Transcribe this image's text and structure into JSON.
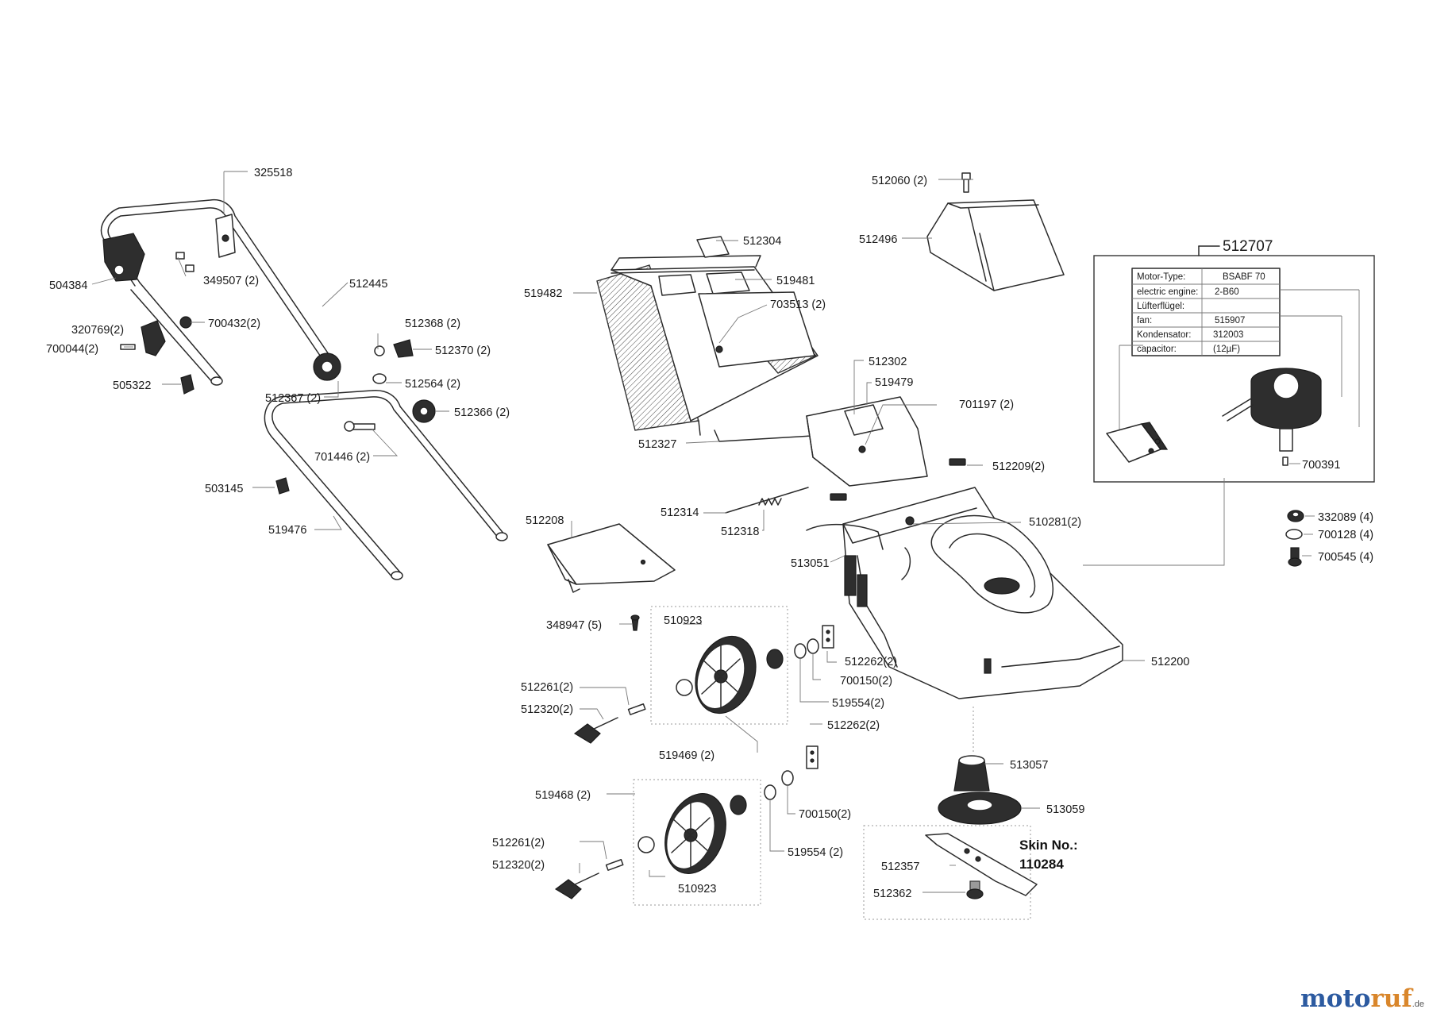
{
  "labels": {
    "p325518": "325518",
    "p504384": "504384",
    "p349507": "349507 (2)",
    "p512445": "512445",
    "p320769": "320769(2)",
    "p700432": "700432(2)",
    "p700044": "700044(2)",
    "p505322": "505322",
    "p512368": "512368 (2)",
    "p512370": "512370 (2)",
    "p512564": "512564 (2)",
    "p512367": "512367 (2)",
    "p512366": "512366 (2)",
    "p701446": "701446 (2)",
    "p503145": "503145",
    "p519476": "519476",
    "p512304": "512304",
    "p519482": "519482",
    "p519481": "519481",
    "p703513": "703513 (2)",
    "p512327": "512327",
    "p512302": "512302",
    "p519479": "519479",
    "p701197": "701197 (2)",
    "p512060": "512060 (2)",
    "p512496": "512496",
    "p512707": "512707",
    "p512209": "512209(2)",
    "p512314": "512314",
    "p512318": "512318",
    "p512208": "512208",
    "p510281": "510281(2)",
    "p513051": "513051",
    "p348947": "348947 (5)",
    "p510923a": "510923",
    "p512262a": "512262(2)",
    "p700150a": "700150(2)",
    "p519554a": "519554(2)",
    "p512200": "512200",
    "p512261a": "512261(2)",
    "p512320a": "512320(2)",
    "p519469": "519469 (2)",
    "p512262b": "512262(2)",
    "p513057": "513057",
    "p519468": "519468 (2)",
    "p700150b": "700150(2)",
    "p513059": "513059",
    "p519554b": "519554 (2)",
    "p512261b": "512261(2)",
    "p512320b": "512320(2)",
    "p510923b": "510923",
    "p512357": "512357",
    "p512362": "512362",
    "p332089": "332089 (4)",
    "p700128": "700128 (4)",
    "p700545": "700545 (4)",
    "p700391": "700391"
  },
  "skin": {
    "line1": "Skin No.:",
    "line2": "110284"
  },
  "motor_table": {
    "rows": [
      {
        "label": "Motor-Type:",
        "value": "BSABF 70"
      },
      {
        "label": "electric engine:",
        "value": "2-B60"
      },
      {
        "label": "Lüfterflügel:",
        "value": ""
      },
      {
        "label": "fan:",
        "value": "515907"
      },
      {
        "label": "Kondensator:",
        "value": "312003"
      },
      {
        "label": "capacitor:",
        "value": "(12µF)"
      }
    ]
  },
  "logo": {
    "part1": "moto",
    "part2": "ruf",
    "suffix": ".de"
  }
}
